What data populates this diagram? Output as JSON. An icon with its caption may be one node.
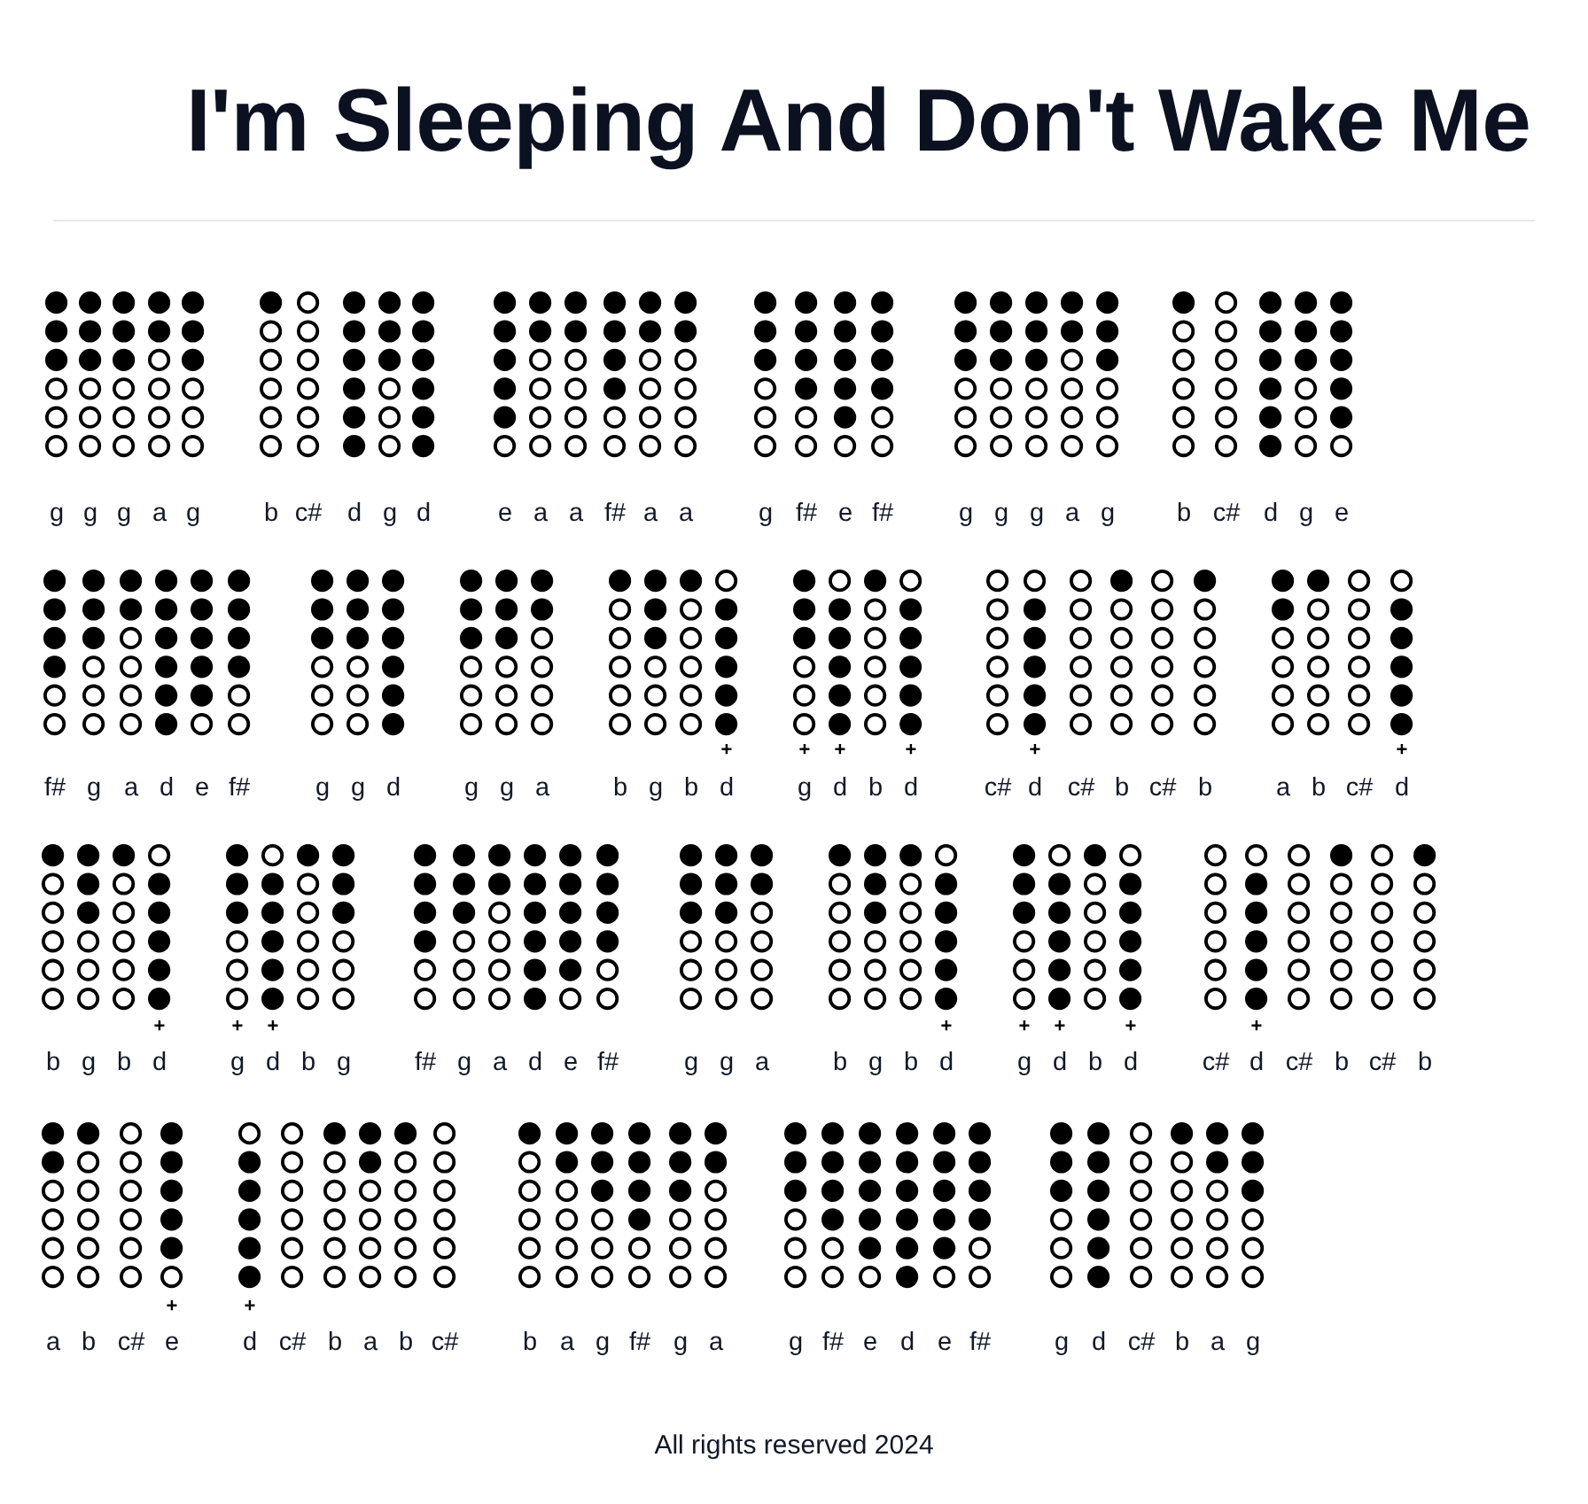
{
  "diagram": {
    "title": "I'm Sleeping And Don't Wake Me",
    "labels": [
      "g",
      "g",
      "g",
      "a",
      "g",
      "b",
      "c#",
      "d",
      "g",
      "d",
      "e",
      "a",
      "a",
      "f#",
      "a",
      "a",
      "g",
      "f#",
      "e",
      "f#",
      "g",
      "g",
      "g",
      "a",
      "g",
      "b",
      "c#",
      "d",
      "g",
      "e",
      "+",
      "+",
      "+",
      "+",
      "+",
      "+",
      "f#",
      "g",
      "a",
      "d",
      "e",
      "f#",
      "g",
      "g",
      "d",
      "g",
      "g",
      "a",
      "b",
      "g",
      "b",
      "d",
      "g",
      "d",
      "b",
      "d",
      "c#",
      "d",
      "c#",
      "b",
      "c#",
      "b",
      "a",
      "b",
      "c#",
      "d",
      "+",
      "+",
      "+",
      "+",
      "+",
      "+",
      "+",
      "+",
      "b",
      "g",
      "b",
      "d",
      "g",
      "d",
      "b",
      "g",
      "f#",
      "g",
      "a",
      "d",
      "e",
      "f#",
      "g",
      "g",
      "a",
      "b",
      "g",
      "b",
      "d",
      "g",
      "d",
      "b",
      "d",
      "c#",
      "d",
      "c#",
      "b",
      "c#",
      "b",
      "+",
      "+",
      "a",
      "b",
      "c#",
      "e",
      "d",
      "c#",
      "b",
      "a",
      "b",
      "c#",
      "b",
      "a",
      "g",
      "f#",
      "g",
      "a",
      "g",
      "f#",
      "e",
      "d",
      "e",
      "f#",
      "g",
      "d",
      "c#",
      "b",
      "a",
      "g",
      "All rights reserved 2024"
    ]
  }
}
